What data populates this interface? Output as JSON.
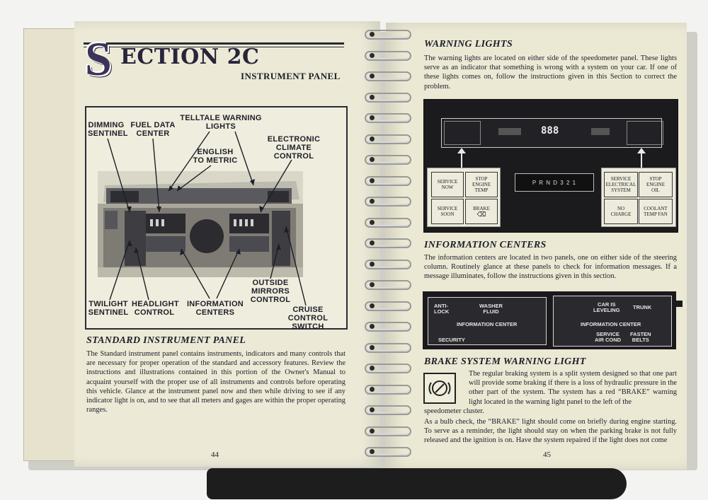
{
  "left_page": {
    "section_letter": "S",
    "section_title": "ECTION 2C",
    "section_subtitle": "INSTRUMENT PANEL",
    "diagram": {
      "labels": {
        "dimming_sentinel": [
          "DIMMING",
          "SENTINEL"
        ],
        "fuel_data_center": [
          "FUEL DATA",
          "CENTER"
        ],
        "telltale_warning_lights": [
          "TELLTALE WARNING",
          "LIGHTS"
        ],
        "english_to_metric": [
          "ENGLISH",
          "TO METRIC"
        ],
        "electronic_climate_control": [
          "ELECTRONIC",
          "CLIMATE",
          "CONTROL"
        ],
        "twilight_sentinel": [
          "TWILIGHT",
          "SENTINEL"
        ],
        "headlight_control": [
          "HEADLIGHT",
          "CONTROL"
        ],
        "information_centers": [
          "INFORMATION",
          "CENTERS"
        ],
        "outside_mirrors_control": [
          "OUTSIDE",
          "MIRRORS",
          "CONTROL"
        ],
        "cruise_control_switch": [
          "CRUISE CONTROL",
          "SWITCH"
        ]
      }
    },
    "standard_heading": "STANDARD INSTRUMENT PANEL",
    "standard_text": "The Standard instrument panel contains instruments, indicators and many controls that are necessary for proper operation of the standard and accessory features. Review the instructions and illustrations contained in this portion of the Owner's Manual to acquaint yourself with the proper use of all instruments and controls before operating this vehicle. Glance at the instrument panel now and then while driving to see if any indicator light is on, and to see that all meters and gages are within the proper operating ranges.",
    "page_number": "44"
  },
  "right_page": {
    "warning_heading": "WARNING LIGHTS",
    "warning_text": "The warning lights are located on either side of the speedometer panel. These lights serve as an indicator that something is wrong with a system on your car. If one of these lights comes on, follow the instructions given in this Section to correct the problem.",
    "warning_photo": {
      "speed_readout": "888",
      "gear_indicator": "P R N D 3 2 1",
      "left_lamps": [
        [
          "SERVICE",
          "NOW"
        ],
        [
          "STOP",
          "ENGINE",
          "TEMP"
        ],
        [
          "SERVICE",
          "SOON"
        ],
        [
          "BRAKE"
        ]
      ],
      "right_lamps": [
        [
          "SERVICE",
          "ELECTRICAL",
          "SYSTEM"
        ],
        [
          "STOP",
          "ENGINE",
          "OIL"
        ],
        [
          "NO",
          "CHARGE"
        ],
        [
          "COOLANT",
          "TEMP FAN"
        ]
      ]
    },
    "info_heading": "INFORMATION CENTERS",
    "info_text": "The information centers are located in two panels, one on either side of the steering column. Routinely glance at these panels to check for information messages. If a message illuminates, follow the instructions given in this section.",
    "info_photo": {
      "left_panel": {
        "anti_lock": [
          "ANTI-",
          "LOCK"
        ],
        "washer_fluid": [
          "WASHER",
          "FLUID"
        ],
        "center": "INFORMATION CENTER",
        "security": "SECURITY"
      },
      "right_panel": {
        "car_is_leveling": [
          "CAR IS",
          "LEVELING"
        ],
        "trunk": "TRUNK",
        "center": "INFORMATION CENTER",
        "service_air_cond": [
          "SERVICE",
          "AIR COND"
        ],
        "fasten_belts": [
          "FASTEN",
          "BELTS"
        ]
      }
    },
    "brake_heading": "BRAKE SYSTEM WARNING LIGHT",
    "brake_text_indented": "The regular braking system is a split system designed so that one part will provide some braking if there is a loss of hydraulic pressure in the other part of the system. The system has a red “BRAKE” warning light located in the warning light panel to the left of the",
    "brake_text_cont": "speedometer cluster.",
    "brake_text_2": "As a bulb check, the “BRAKE” light should come on briefly during engine starting. To serve as a reminder, the light should stay on when the parking brake is not fully released and the ignition is on. Have the system repaired if the light does not come",
    "page_number": "45"
  }
}
